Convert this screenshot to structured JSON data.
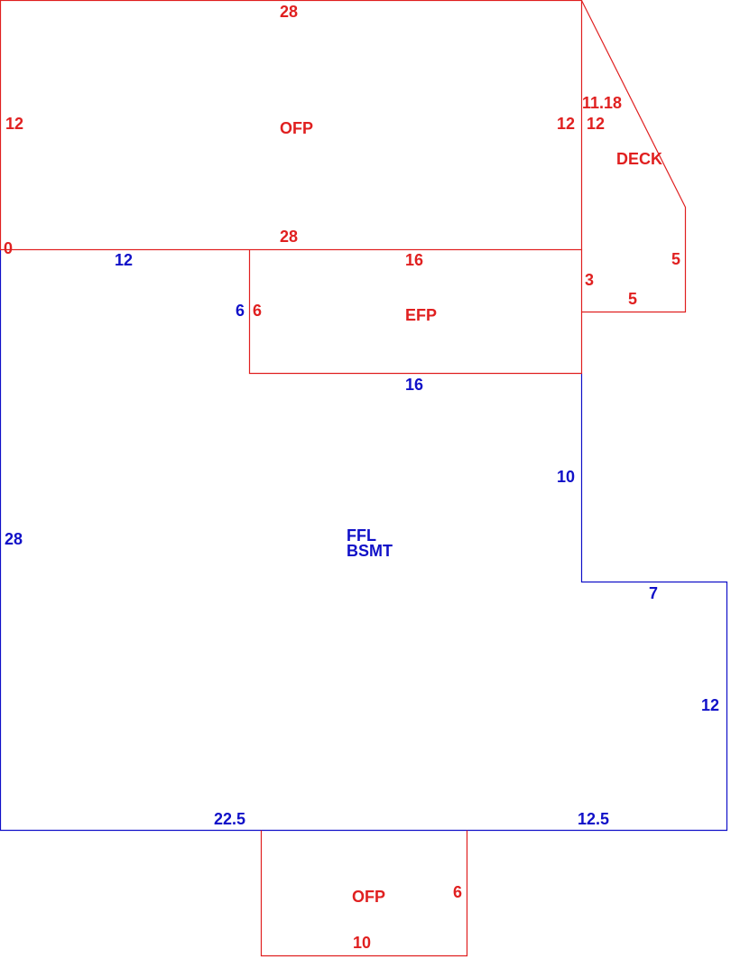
{
  "colors": {
    "red": "#e02020",
    "blue": "#1010c8"
  },
  "areas": {
    "ofp_top": {
      "name": "OFP",
      "dims": [
        "28",
        "12",
        "28",
        "12"
      ]
    },
    "deck": {
      "name": "DECK",
      "dims": [
        "11.18",
        "12",
        "5",
        "5",
        "3"
      ]
    },
    "efp": {
      "name": "EFP",
      "dims": [
        "16",
        "6",
        "16"
      ]
    },
    "main": {
      "name_line1": "FFL",
      "name_line2": "BSMT",
      "dims": [
        "12",
        "6",
        "10",
        "28",
        "7",
        "12",
        "22.5",
        "12.5"
      ]
    },
    "ofp_bottom": {
      "name": "OFP",
      "dims": [
        "6",
        "10"
      ]
    },
    "origin_label": "0"
  }
}
